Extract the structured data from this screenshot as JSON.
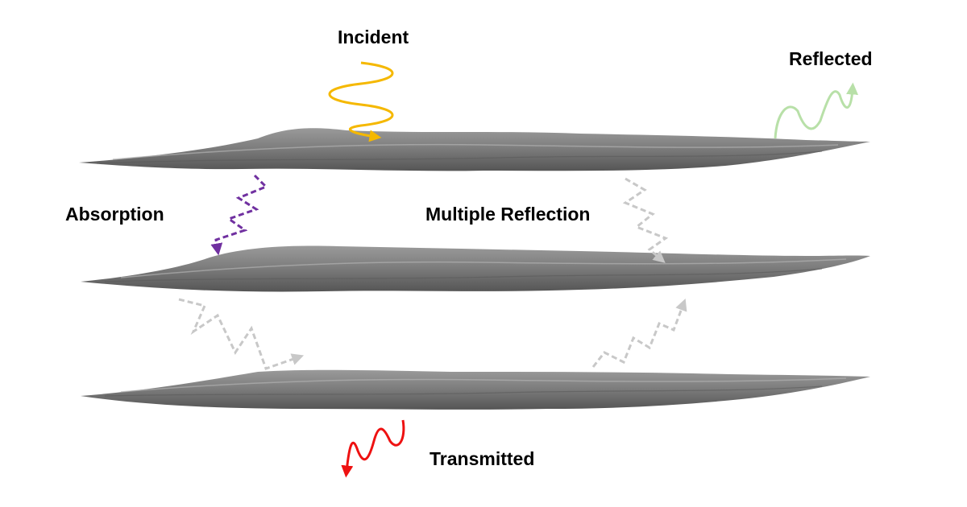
{
  "labels": {
    "incident": "Incident",
    "reflected": "Reflected",
    "absorption": "Absorption",
    "multiple_reflection": "Multiple Reflection",
    "transmitted": "Transmitted"
  },
  "layer_count": 3,
  "colors": {
    "layer_fill": "#7a7a7a",
    "layer_highlight": "#a8a8a8",
    "layer_shadow": "#4a4a4a",
    "incident": "#f5b800",
    "reflected": "#b8e0a8",
    "absorption": "#7030a0",
    "multiple_reflection": "#c8c8c8",
    "transmitted": "#ee1111"
  }
}
